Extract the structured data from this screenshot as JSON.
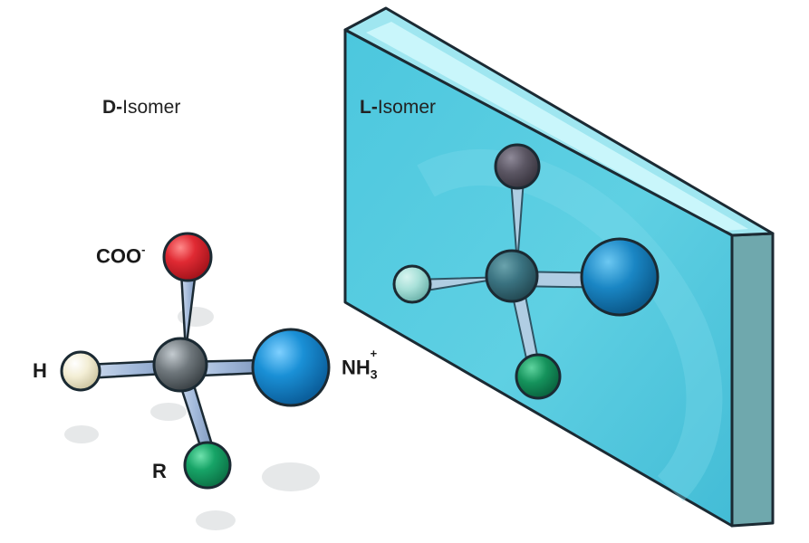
{
  "titles": {
    "d_prefix": "D-",
    "d_word": "Isomer",
    "l_prefix": "L-",
    "l_word": "Isomer"
  },
  "labels": {
    "coo": "COO",
    "coo_charge": "-",
    "h": "H",
    "nh": "NH",
    "nh_sub": "3",
    "nh_charge": "+",
    "r": "R"
  },
  "colors": {
    "carbon": "#6b7378",
    "carboxyl": "#d8262e",
    "hydrogen": "#f1ecd2",
    "amine": "#1d8ed0",
    "r_group": "#17a065",
    "bond": "#a8bfdc",
    "mirror_face": "#5ecfe4",
    "mirror_top": "#b9f1f8",
    "mirror_side": "#6aaab0",
    "outline": "#1b2a33"
  }
}
